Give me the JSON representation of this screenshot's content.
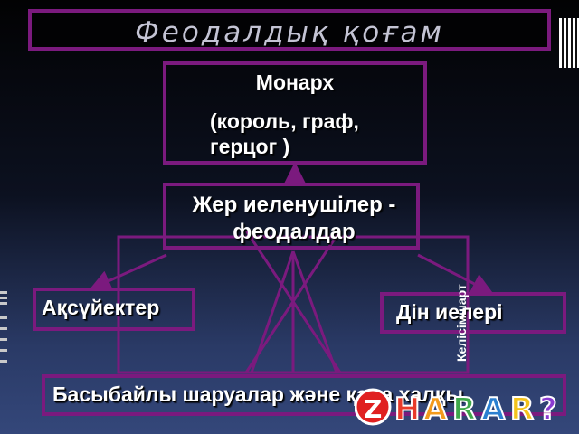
{
  "title": "Феодалдық қоғам",
  "monarch": {
    "line1": "Монарх",
    "line2": "(король, граф, герцог )"
  },
  "landowners": "Жер иеленушілер - феодалдар",
  "aristocrats": "Ақсүйектер",
  "clergy": "Дін иелері",
  "contract": "Келісімшарт",
  "peasants": "Басыбайлы шаруалар және қала халқы",
  "watermark": "ZHARAR",
  "colors": {
    "box_border": "#7b1a7e",
    "text": "#ffffff",
    "title_text": "#c4c4d4",
    "arrow": "#7b1a7e"
  }
}
